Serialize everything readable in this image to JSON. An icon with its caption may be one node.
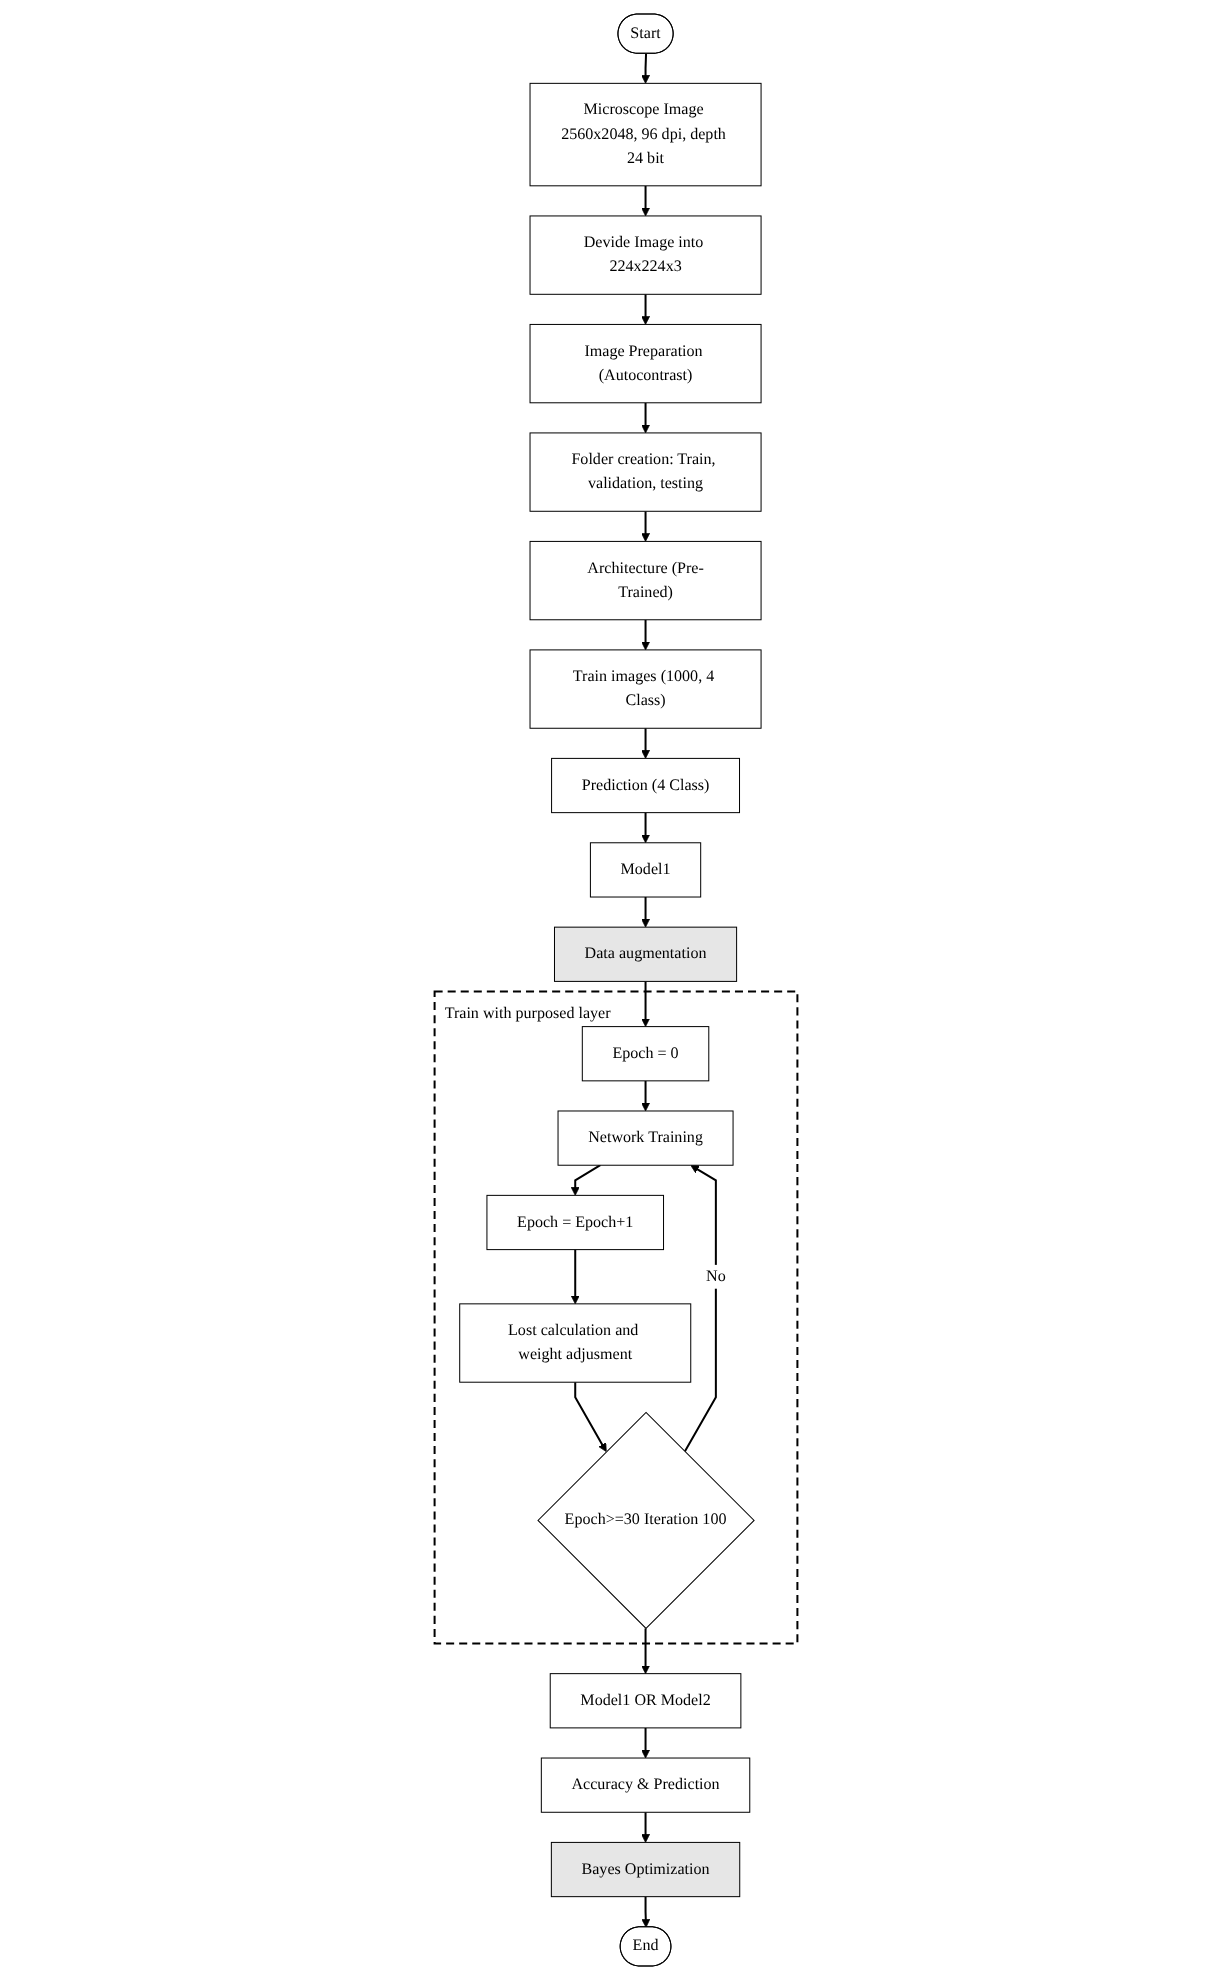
{
  "diagram": {
    "nodes": [
      {
        "text": [
          "Start"
        ]
      },
      {
        "text": [
          "Microscope Image 2560x2048, 96 dpi, depth 24 bit"
        ]
      },
      {
        "text": [
          "Devide Image into 224x224x3"
        ]
      },
      {
        "text": [
          "Image Preparation (Autocontrast)"
        ]
      },
      {
        "text": [
          "Folder creation: Train, validation, testing"
        ]
      },
      {
        "text": [
          "Architecture (Pre-Trained)"
        ]
      },
      {
        "text": [
          "Train images (1000, 4 Class)"
        ]
      },
      {
        "text": [
          "Prediction (4 Class)"
        ]
      },
      {
        "text": [
          "Model1"
        ]
      },
      {
        "text": [
          "Data augmentation"
        ]
      },
      {
        "text": [
          "Train with purposed layer"
        ]
      },
      {
        "text": [
          "Epoch = 0"
        ],
        "in": 10
      },
      {
        "text": [
          "Network Training"
        ],
        "in": 10
      },
      {
        "text": [
          "Epoch = Epoch+1"
        ],
        "in": 10
      },
      {
        "text": [
          "Lost calculation and weight adjusment"
        ],
        "in": 10
      },
      {
        "text": [
          "Epoch>=30 Iteration 100"
        ],
        "in": 10
      },
      {
        "text": [
          "Model1 OR Model2"
        ]
      },
      {
        "text": [
          "Accuracy & Prediction"
        ]
      },
      {
        "text": [
          "Bayes Optimization"
        ]
      },
      {
        "text": [
          "End"
        ]
      }
    ],
    "edges": [
      {
        "from": 0,
        "to": 1,
        "arrow": "to"
      },
      {
        "from": 1,
        "to": 2,
        "arrow": "to"
      },
      {
        "from": 2,
        "to": 3,
        "arrow": "to"
      },
      {
        "from": 3,
        "to": 4,
        "arrow": "to"
      },
      {
        "from": 4,
        "to": 5,
        "arrow": "to"
      },
      {
        "from": 5,
        "to": 6,
        "arrow": "to"
      },
      {
        "from": 6,
        "to": 7,
        "arrow": "to"
      },
      {
        "from": 7,
        "to": 8,
        "arrow": "to"
      },
      {
        "from": 8,
        "to": 9,
        "arrow": "to"
      },
      {
        "from": 9,
        "to": 11,
        "arrow": "to"
      },
      {
        "from": 11,
        "to": 12,
        "arrow": "to"
      },
      {
        "from": 12,
        "to": 13,
        "arrow": "to"
      },
      {
        "from": 13,
        "to": 14,
        "arrow": "to"
      },
      {
        "from": 14,
        "to": 15,
        "arrow": "to"
      },
      {
        "from": 15,
        "to": 12,
        "arrow": "to",
        "label": "No"
      },
      {
        "from": 15,
        "to": 16,
        "arrow": "to"
      },
      {
        "from": 16,
        "to": 17,
        "arrow": "to"
      },
      {
        "from": 17,
        "to": 18,
        "arrow": "to"
      },
      {
        "from": 18,
        "to": 19,
        "arrow": "to"
      }
    ]
  }
}
